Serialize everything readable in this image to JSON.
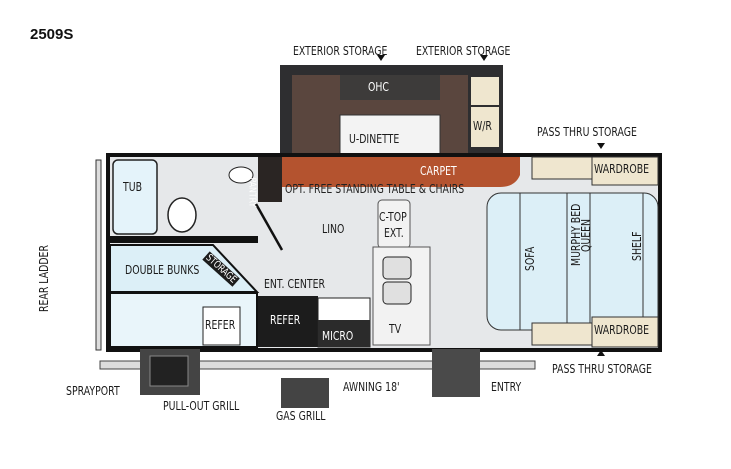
{
  "model": "2509S",
  "labels": {
    "exterior_storage_left": "EXTERIOR STORAGE",
    "exterior_storage_right": "EXTERIOR STORAGE",
    "ohc": "OHC",
    "u_dinette": "U-DINETTE",
    "wr": "W/R",
    "pass_thru_top": "PASS THRU STORAGE",
    "pass_thru_bottom": "PASS THRU STORAGE",
    "wardrobe_top": "WARDROBE",
    "wardrobe_bottom": "WARDROBE",
    "carpet": "CARPET",
    "table": "OPT. FREE STANDING TABLE & CHAIRS",
    "pantry": "PANTRY",
    "tub": "TUB",
    "lino": "LINO",
    "ctop": "C-TOP",
    "ext": "EXT.",
    "storage": "STORAGE",
    "double_bunks": "DOUBLE BUNKS",
    "ent_center": "ENT. CENTER",
    "refer_bunk": "REFER",
    "refer": "REFER",
    "micro": "MICRO",
    "tv": "TV",
    "sofa": "SOFA",
    "queen": "QUEEN",
    "murphy_bed": "MURPHY BED",
    "shelf": "SHELF",
    "rear_ladder": "REAR LADDER",
    "sprayport": "SPRAYPORT",
    "pull_out_grill": "PULL-OUT GRILL",
    "gas_grill": "GAS GRILL",
    "awning": "AWNING 18'",
    "entry": "ENTRY"
  },
  "colors": {
    "slide_brown": "#4a3a33",
    "carpet": "#b4532f",
    "cream": "#efe6cf",
    "bed_blue": "#dceff7",
    "floor": "#e6e8ea"
  }
}
